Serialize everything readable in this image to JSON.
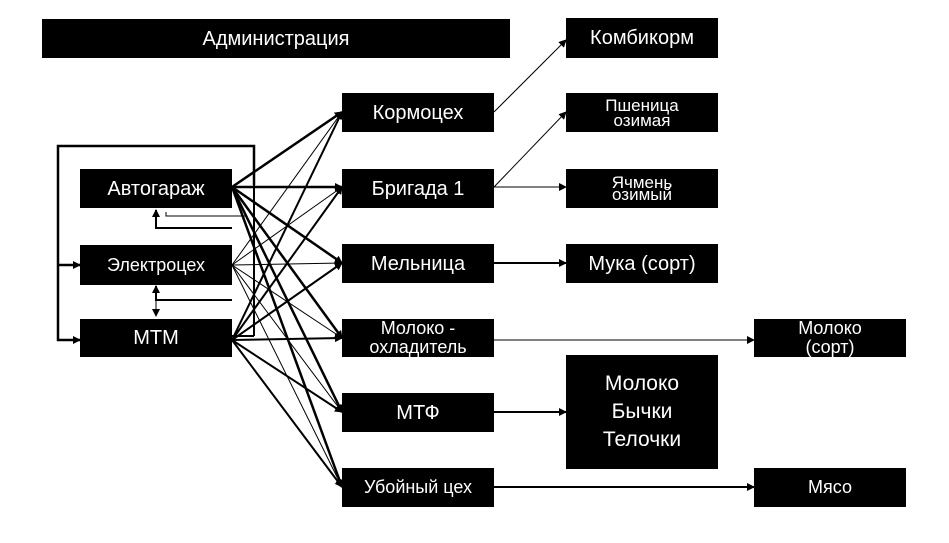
{
  "nodes": {
    "administration": "Администрация",
    "kombikorm": "Комбикорм",
    "kormotseh": "Кормоцех",
    "pshenica": "Пшеница\nозимая",
    "avtogarazh": "Автогараж",
    "brigada": "Бригада 1",
    "yachmen": "Ячмень\nозимый",
    "elektrotseh": "Электроцех",
    "melnica": "Мельница",
    "muka": "Мука (сорт)",
    "mtm": "МТМ",
    "moloko_ohladitel": "Молоко -\nохладитель",
    "moloko_sort": "Молоко\n(сорт)",
    "mtf": "МТФ",
    "mtf_products": "Молоко\nБычки\nТелочки",
    "uboiny": "Убойный цех",
    "myaso": "Мясо"
  },
  "colors": {
    "box": "#000000",
    "text": "#ffffff",
    "line": "#000000",
    "background": "#ffffff"
  }
}
